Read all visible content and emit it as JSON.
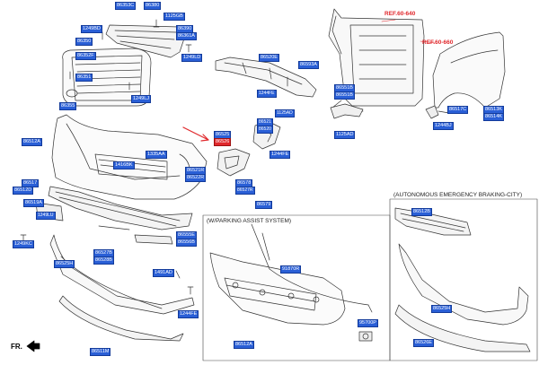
{
  "refs": {
    "ref1": "REF.60-640",
    "ref2": "REF.60-660"
  },
  "titles": {
    "parking": "(W/PARKING ASSIST SYSTEM)",
    "aeb": "(AUTONOMOUS EMERGENCY BRAKING-CITY)"
  },
  "direction": "FR.",
  "colors": {
    "label_bg": "#2a5fd6",
    "highlight_bg": "#e0282c",
    "ref_text": "#e0282c",
    "arrow": "#e0282c"
  },
  "part_labels": {
    "l01": "86353C",
    "l02": "86380",
    "l03": "1125GB",
    "l04": "1249BD",
    "l05": "86390",
    "l06": "86361A",
    "l07": "86350",
    "l08": "86352F",
    "l09": "1249LD",
    "l10": "86351",
    "l11": "1249LJ",
    "l12": "86355",
    "l13": "86520E",
    "l14": "86593A",
    "l15": "86551B",
    "l16": "86551B",
    "l17": "1125AD",
    "l18": "86517C",
    "l19": "86513K",
    "l20": "86514K",
    "l21": "1244BJ",
    "l22": "86525",
    "l23": "86526",
    "l24": "86512A",
    "l25": "1335AA",
    "l26": "1416BK",
    "l27": "86521R",
    "l28": "86522R",
    "l29": "1244FE",
    "l30": "86578",
    "l31": "86579",
    "l32": "86517",
    "l33": "86512D",
    "l34": "86519A",
    "l35": "1249KC",
    "l36": "86527B",
    "l37": "86528B",
    "l38": "86555E",
    "l39": "86556B",
    "l40": "86525H",
    "l41": "1491AD",
    "l42": "1244FE",
    "l43": "86511M",
    "l44": "86512A",
    "l45": "91870R",
    "l46": "95700P",
    "l47": "86512B",
    "l48": "86525H",
    "l49": "86526E",
    "l50": "1244FE",
    "l51": "86521",
    "l52": "86520",
    "l53": "1125AD",
    "l54": "1249LU",
    "l55": "86527R"
  }
}
